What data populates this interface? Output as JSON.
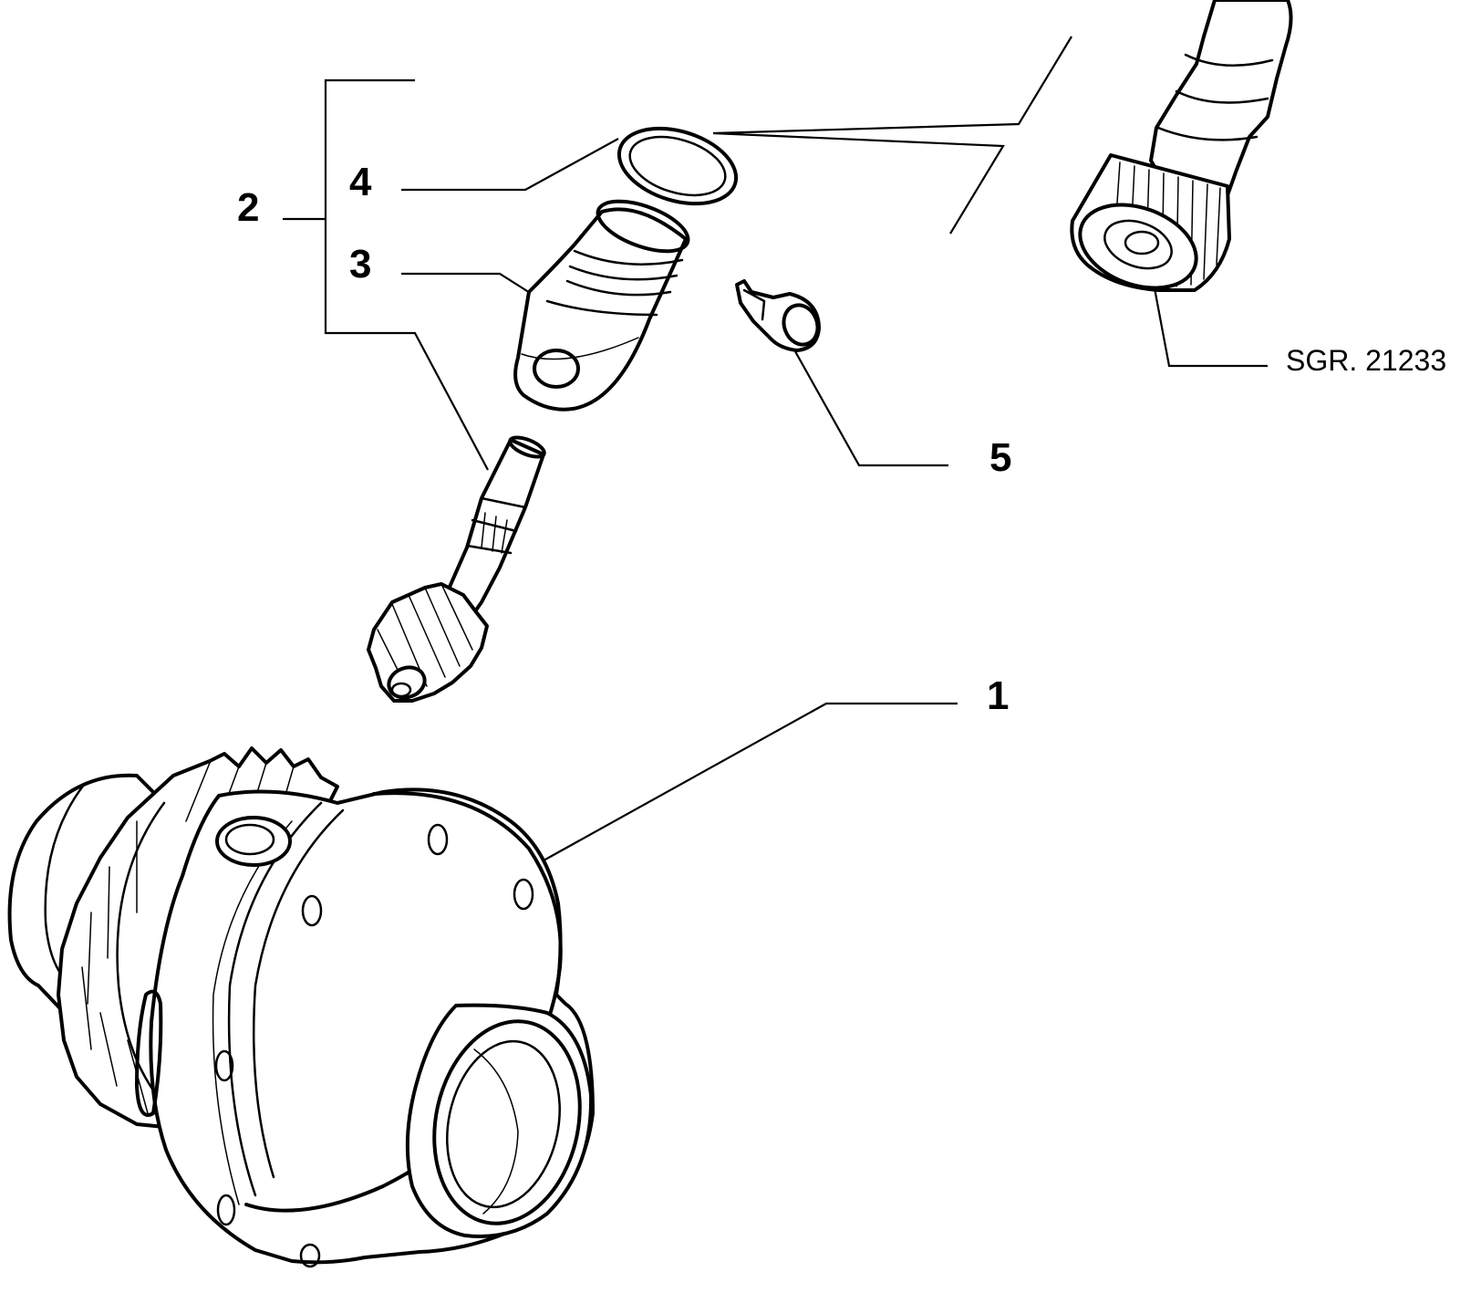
{
  "diagram": {
    "callouts": {
      "c1": "1",
      "c2": "2",
      "c3": "3",
      "c4": "4",
      "c5": "5"
    },
    "reference_code": "SGR. 21233"
  }
}
